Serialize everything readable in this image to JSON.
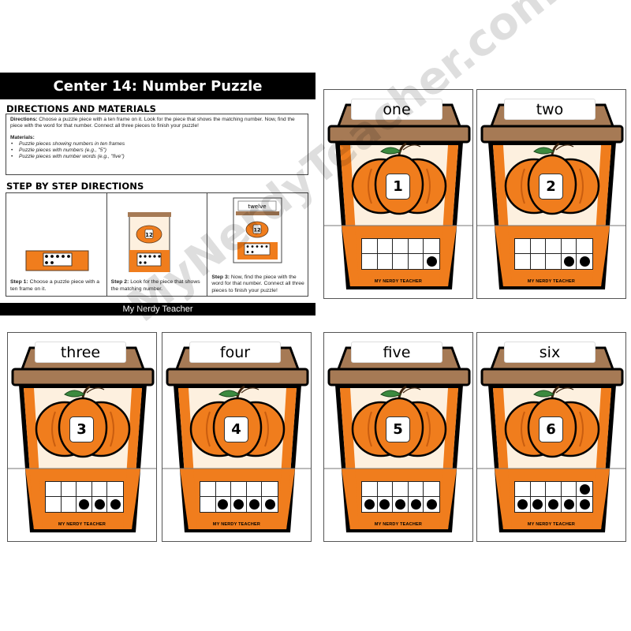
{
  "header": {
    "title": "Center 14: Number Puzzle"
  },
  "directions": {
    "heading": "DIRECTIONS AND MATERIALS",
    "label": "Directions:",
    "text": "Choose a puzzle piece with a ten frame on it. Look for the piece that shows the matching number. Now, find the piece with the word for that number. Connect all three pieces to finish your puzzle!",
    "materials_label": "Materials:",
    "materials": [
      "Puzzle pieces showing numbers in ten frames",
      "Puzzle pieces with numbers (e.g., \"5\")",
      "Puzzle pieces with number words (e.g., \"five\")"
    ]
  },
  "steps": {
    "heading": "STEP BY STEP DIRECTIONS",
    "items": [
      {
        "label": "Step 1:",
        "text": "Choose a puzzle piece with a ten frame on it."
      },
      {
        "label": "Step 2:",
        "text": "Look for the piece that shows the matching number."
      },
      {
        "label": "Step 3:",
        "text": "Now, find the piece with the word for that number. Connect all three pieces to finish your puzzle!"
      }
    ],
    "example": {
      "word": "twelve",
      "number": "12"
    }
  },
  "brand": "My Nerdy Teacher",
  "card_brand": "MY NERDY TEACHER",
  "watermark": "MyNerdyTeacher.com",
  "colors": {
    "orange": "#f07d1d",
    "brown": "#a67a55",
    "cream": "#fdf0df",
    "green": "#3c8a3f",
    "black": "#000000"
  },
  "cards": [
    {
      "word": "one",
      "number": "1",
      "filled": 1
    },
    {
      "word": "two",
      "number": "2",
      "filled": 2
    },
    {
      "word": "three",
      "number": "3",
      "filled": 3
    },
    {
      "word": "four",
      "number": "4",
      "filled": 4
    },
    {
      "word": "five",
      "number": "5",
      "filled": 5
    },
    {
      "word": "six",
      "number": "6",
      "filled": 6
    }
  ]
}
